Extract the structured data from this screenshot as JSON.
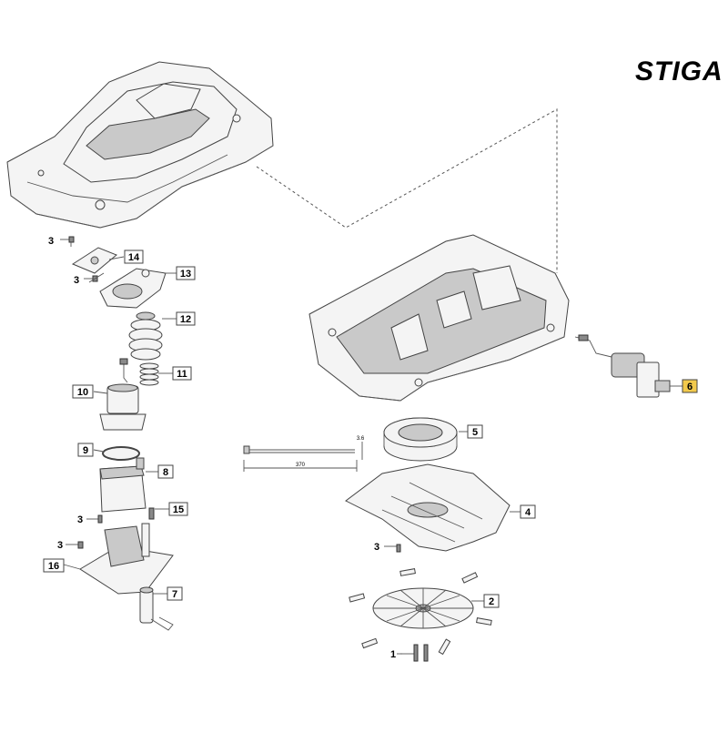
{
  "brand": {
    "logo_text": "STIGA"
  },
  "callouts": {
    "c1": "1",
    "c2": "2",
    "c3a": "3",
    "c3b": "3",
    "c3c": "3",
    "c3d": "3",
    "c3e": "3",
    "c4": "4",
    "c5": "5",
    "c6": "6",
    "c7": "7",
    "c8": "8",
    "c9": "9",
    "c10": "10",
    "c11": "11",
    "c12": "12",
    "c13": "13",
    "c14": "14",
    "c15": "15",
    "c16": "16"
  },
  "dimensions": {
    "length": "370",
    "width": "3.6"
  },
  "colors": {
    "highlight_callout": "#f2c94c",
    "line": "#555555"
  }
}
